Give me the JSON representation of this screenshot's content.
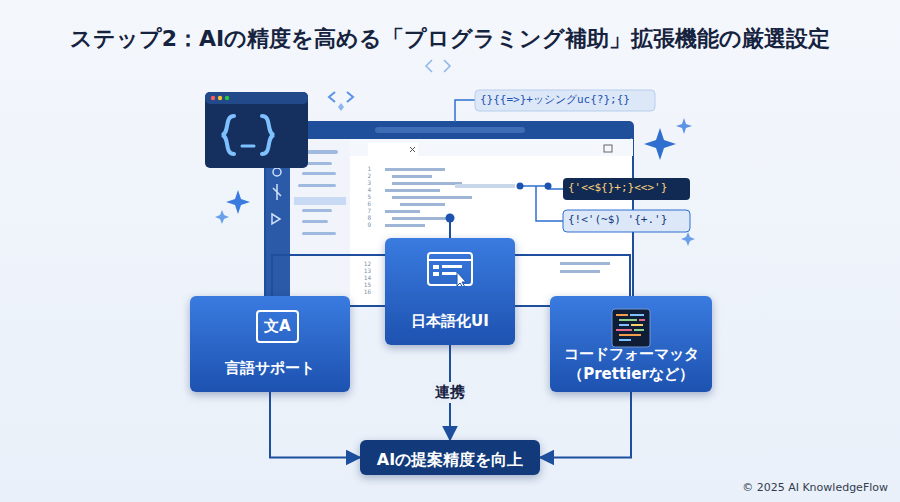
{
  "diagram": {
    "title": "ステップ2：AIの精度を高める「プログラミング補助」拡張機能の厳選設定",
    "nodes": [
      {
        "text": [
          "日本語化UI"
        ]
      },
      {
        "text": [
          "言語サポート"
        ]
      },
      {
        "text": [
          "コードフォーマッタ（Prettierなど）"
        ]
      },
      {
        "text": [
          "AIの提案精度を向上"
        ]
      }
    ],
    "edges": [
      {
        "from": 0,
        "to": 3,
        "label": "連携",
        "arrow": "to"
      },
      {
        "from": 1,
        "to": 3,
        "arrow": "to"
      },
      {
        "from": 2,
        "to": 3,
        "arrow": "to"
      }
    ],
    "labels": [
      "{}{{=>}+ッシングuc{?};{}",
      "{'<<${}+;}<<>'}",
      "{!<'(~$)  '{+.'}",
      "文A",
      "1",
      "2",
      "3",
      "4",
      "5",
      "6",
      "7",
      "8",
      "9",
      "12",
      "13",
      "14",
      "15",
      "16",
      "© 2025 AI KnowledgeFlow"
    ]
  }
}
